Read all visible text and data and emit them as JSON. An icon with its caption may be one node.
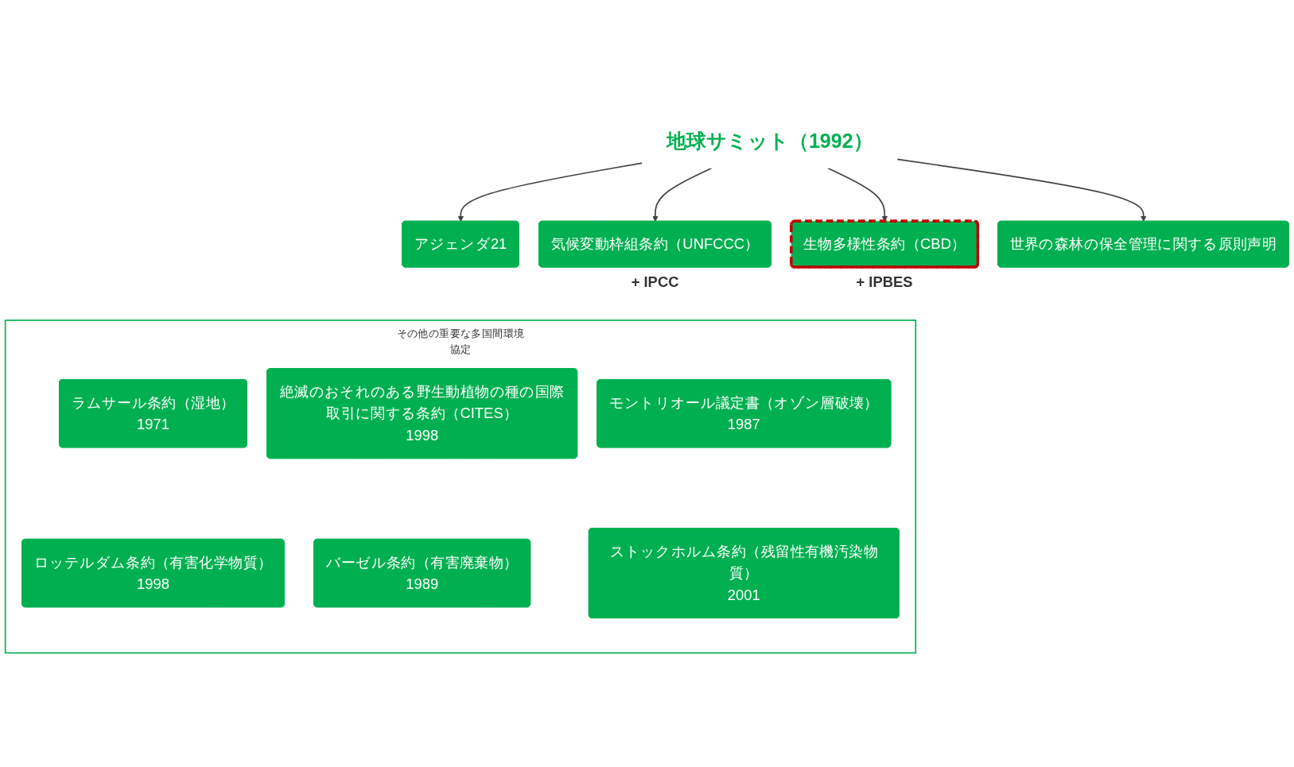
{
  "diagram": {
    "nodes": [
      {
        "text": [
          "地球サミット（1992）"
        ]
      },
      {
        "text": [
          "アジェンダ21"
        ]
      },
      {
        "text": [
          "気候変動枠組条約（UNFCCC）"
        ],
        "beside": [
          "+ IPCC"
        ]
      },
      {
        "text": [
          "生物多様性条約（CBD）"
        ],
        "beside": [
          "+ IPBES"
        ]
      },
      {
        "text": [
          "世界の森林の保全管理に関する原則声明"
        ]
      },
      {
        "text": [
          "その他の重要な多国間環境協定"
        ]
      },
      {
        "text": [
          "ラムサール条約（湿地）",
          "1971"
        ],
        "in": 5
      },
      {
        "text": [
          "絶滅のおそれのある野生動植物の種の国際取引に関する条約（CITES）",
          "1998"
        ],
        "in": 5
      },
      {
        "text": [
          "モントリオール議定書（オゾン層破壊）",
          "1987"
        ],
        "in": 5
      },
      {
        "text": [
          "ロッテルダム条約（有害化学物質）",
          "1998"
        ],
        "in": 5
      },
      {
        "text": [
          "バーゼル条約（有害廃棄物）",
          "1989"
        ],
        "in": 5
      },
      {
        "text": [
          "ストックホルム条約（残留性有機汚染物質）",
          "2001"
        ],
        "in": 5
      }
    ],
    "edges": [
      {
        "from": 0,
        "to": 1,
        "arrow": "to"
      },
      {
        "from": 0,
        "to": 2,
        "arrow": "to"
      },
      {
        "from": 0,
        "to": 3,
        "arrow": "to"
      },
      {
        "from": 0,
        "to": 4,
        "arrow": "to"
      }
    ]
  }
}
